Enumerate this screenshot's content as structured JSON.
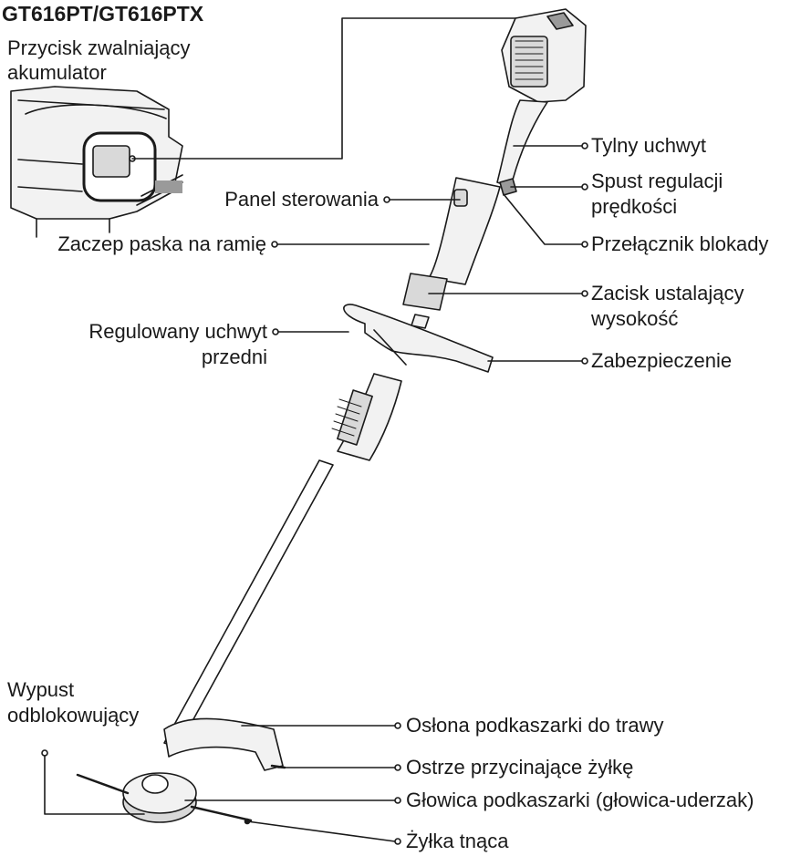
{
  "title": "GT616PT/GT616PTX",
  "inset_label": [
    "Przycisk zwalniający",
    "akumulator"
  ],
  "labels": {
    "rear_handle": "Tylny uchwyt",
    "speed_trigger": [
      "Spust regulacji",
      "prędkości"
    ],
    "control_panel": "Panel sterowania",
    "strap_hook": "Zaczep paska na ramię",
    "lock_switch": "Przełącznik blokady",
    "height_clamp": [
      "Zacisk ustalający",
      "wysokość"
    ],
    "front_handle": [
      "Regulowany uchwyt",
      "przedni"
    ],
    "guard": "Zabezpieczenie",
    "release_tab": [
      "Wypust",
      "odblokowujący"
    ],
    "grass_guard": "Osłona podkaszarki do trawy",
    "line_blade": "Ostrze przycinające żyłkę",
    "trimmer_head": "Głowica podkaszarki (głowica-uderzak)",
    "cutting_line": "Żyłka tnąca"
  },
  "colors": {
    "line": "#1a1a1a",
    "fill_light": "#f2f2f2",
    "fill_mid": "#d9d9d9",
    "fill_dark": "#9a9a9a"
  }
}
